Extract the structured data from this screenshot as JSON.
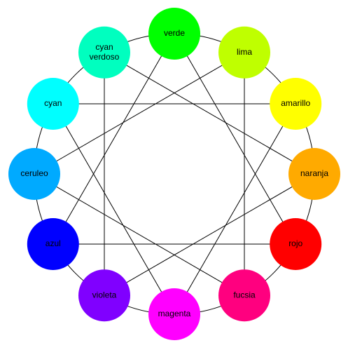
{
  "nodes": [
    {
      "id": "verde",
      "lines": [
        "verde"
      ],
      "color": "#00FF00"
    },
    {
      "id": "lima",
      "lines": [
        "lima"
      ],
      "color": "#BFFF00"
    },
    {
      "id": "amarillo",
      "lines": [
        "amarillo"
      ],
      "color": "#FFFF00"
    },
    {
      "id": "naranja",
      "lines": [
        "naranja"
      ],
      "color": "#FFAA00"
    },
    {
      "id": "rojo",
      "lines": [
        "rojo"
      ],
      "color": "#FF0000"
    },
    {
      "id": "fucsia",
      "lines": [
        "fucsia"
      ],
      "color": "#FF007F"
    },
    {
      "id": "magenta",
      "lines": [
        "magenta"
      ],
      "color": "#FF00FF"
    },
    {
      "id": "violeta",
      "lines": [
        "violeta"
      ],
      "color": "#8000FF"
    },
    {
      "id": "azul",
      "lines": [
        "azul"
      ],
      "color": "#0000FF"
    },
    {
      "id": "ceruleo",
      "lines": [
        "ceruleo"
      ],
      "color": "#00AAFF"
    },
    {
      "id": "cyan",
      "lines": [
        "cyan"
      ],
      "color": "#00FFFF"
    },
    {
      "id": "cyan-verdoso",
      "lines": [
        "cyan",
        "verdoso"
      ],
      "color": "#00FFBF"
    }
  ],
  "ring_color": "#000000",
  "line_color": "#000000",
  "chords": [
    [
      "verde",
      "rojo"
    ],
    [
      "verde",
      "azul"
    ],
    [
      "lima",
      "fucsia"
    ],
    [
      "lima",
      "ceruleo"
    ],
    [
      "amarillo",
      "magenta"
    ],
    [
      "amarillo",
      "cyan"
    ],
    [
      "naranja",
      "violeta"
    ],
    [
      "naranja",
      "cyan-verdoso"
    ],
    [
      "rojo",
      "azul"
    ],
    [
      "fucsia",
      "ceruleo"
    ],
    [
      "magenta",
      "cyan"
    ],
    [
      "violeta",
      "cyan-verdoso"
    ]
  ]
}
